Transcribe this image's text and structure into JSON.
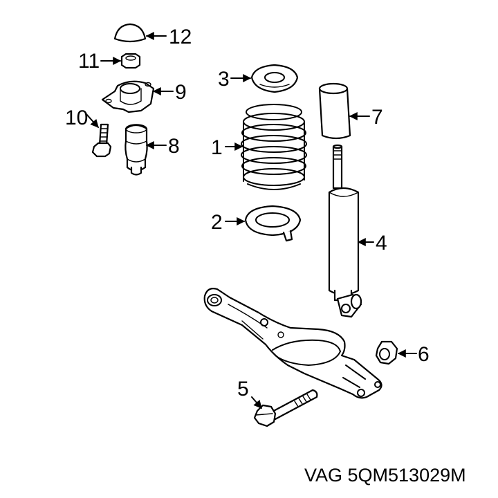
{
  "callouts": [
    {
      "id": "1",
      "label": "1"
    },
    {
      "id": "2",
      "label": "2"
    },
    {
      "id": "3",
      "label": "3"
    },
    {
      "id": "4",
      "label": "4"
    },
    {
      "id": "5",
      "label": "5"
    },
    {
      "id": "6",
      "label": "6"
    },
    {
      "id": "7",
      "label": "7"
    },
    {
      "id": "8",
      "label": "8"
    },
    {
      "id": "9",
      "label": "9"
    },
    {
      "id": "10",
      "label": "10"
    },
    {
      "id": "11",
      "label": "11"
    },
    {
      "id": "12",
      "label": "12"
    }
  ],
  "part_number": "VAG 5QM513029M",
  "colors": {
    "line": "#000000",
    "background": "#ffffff"
  }
}
